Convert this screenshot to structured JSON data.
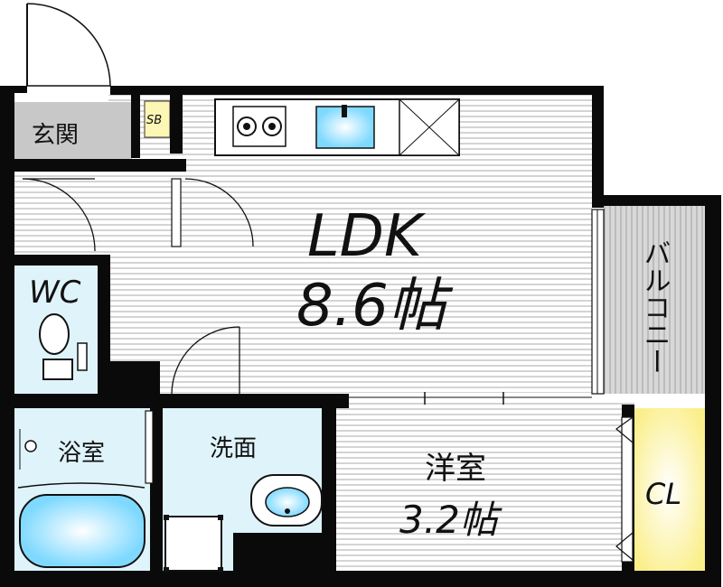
{
  "rooms": {
    "entrance": "玄関",
    "shoe_box": "SB",
    "ldk_name": "LDK",
    "ldk_size": "8.6帖",
    "balcony": "バルコニー",
    "wc": "WC",
    "bath": "浴室",
    "washroom": "洗面",
    "western_name": "洋室",
    "western_size": "3.2帖",
    "closet": "CL"
  },
  "colors": {
    "wall": "#0a0a0a",
    "floor_hatch": "#9a9a9a",
    "wet_area": "#dff3fb",
    "water_glow": "#7fd9ff",
    "closet": "#fdf7b5",
    "balcony": "#d6d6d6",
    "entrance": "#c8c8c8"
  }
}
